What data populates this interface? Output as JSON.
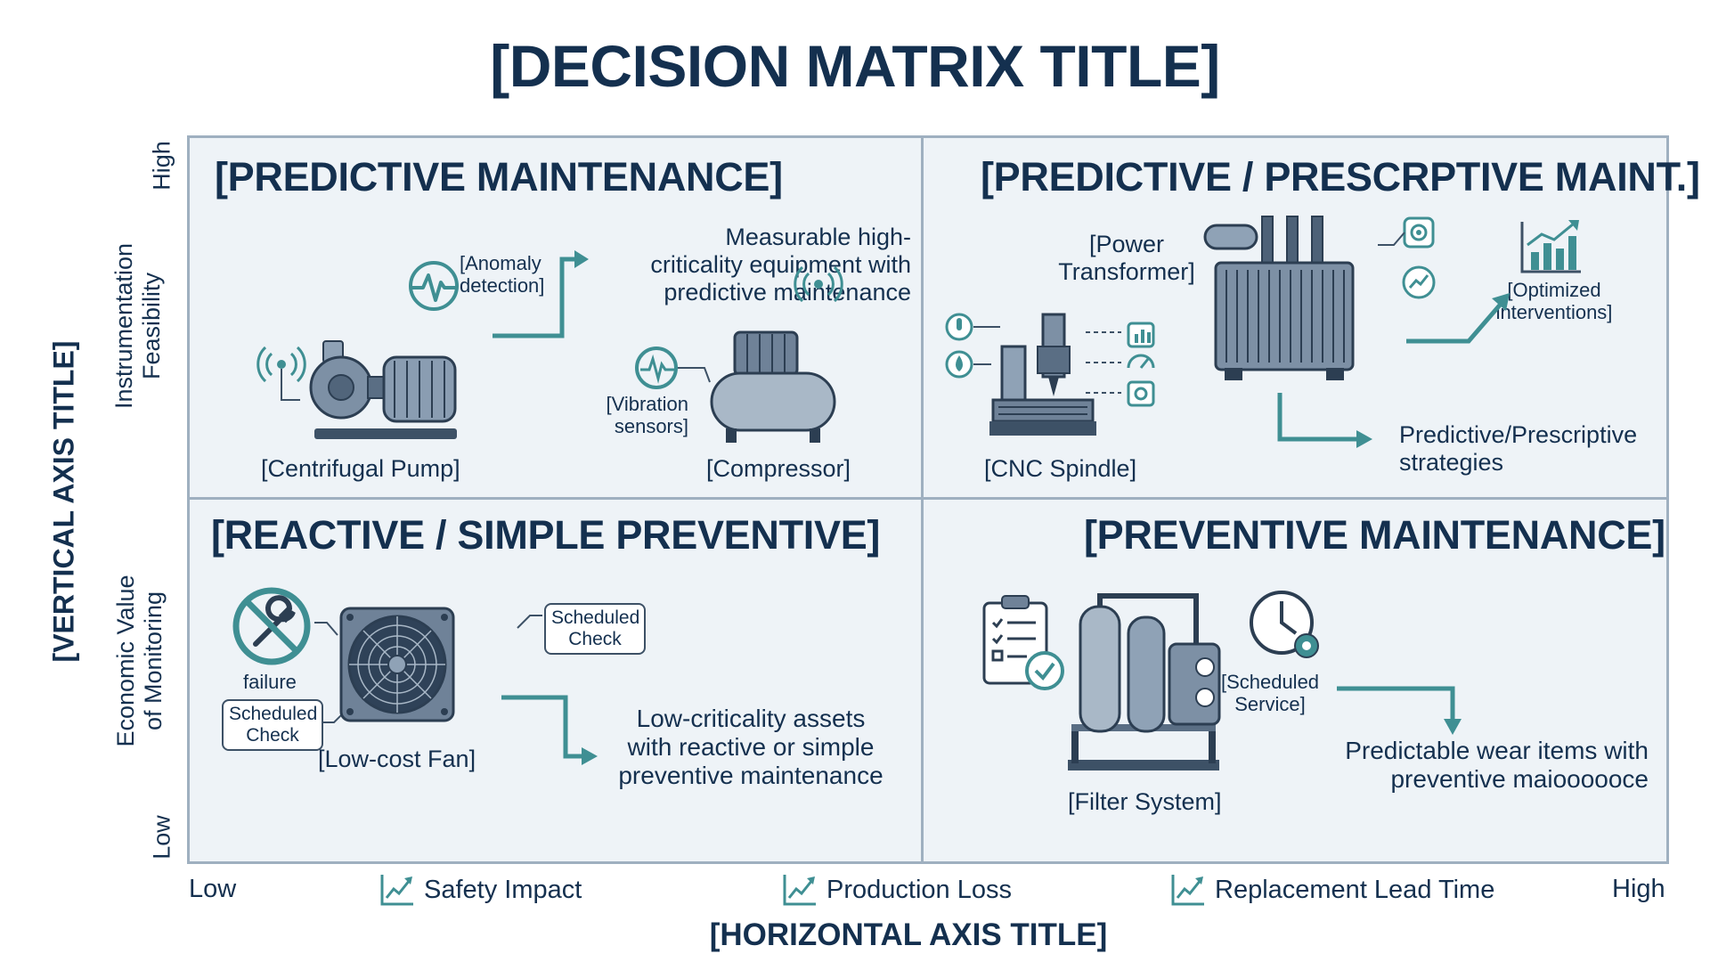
{
  "title": "[DECISION MATRIX TITLE]",
  "vertical_axis": {
    "title": "[VERTICAL AXIS TITLE]",
    "high": "High",
    "low": "Low",
    "upper_label": "Instrumentation Feasibility",
    "upper_label_lines": [
      "Instrumentation",
      "Feasibility"
    ],
    "lower_label_lines": [
      "Economic Value",
      "of Monitoring"
    ]
  },
  "horizontal_axis": {
    "title": "[HORIZONTAL AXIS TITLE]",
    "low": "Low",
    "high": "High",
    "items": [
      "Safety Impact",
      "Production Loss",
      "Replacement Lead Time"
    ]
  },
  "quadrants": {
    "top_left": {
      "title": "[PREDICTIVE MAINTENANCE]",
      "anomaly_label": [
        "[Anomaly",
        "detection]"
      ],
      "description": [
        "Measurable high-",
        "criticality equipment with",
        "predictive maintenance"
      ],
      "vibration_label": [
        "[Vibration",
        "sensors]"
      ],
      "pump_label": "[Centrifugal Pump]",
      "compressor_label": "[Compressor]"
    },
    "top_right": {
      "title": "[PREDICTIVE / PRESCRPTIVE MAINT.]",
      "transformer_label": [
        "[Power",
        "Transformer]"
      ],
      "optimized_label": [
        "[Optimized",
        "interventions]"
      ],
      "strategies_label": [
        "Predictive/Prescriptive",
        "strategies"
      ],
      "cnc_label": "[CNC Spindle]"
    },
    "bottom_left": {
      "title": "[REACTIVE / SIMPLE PREVENTIVE]",
      "failure_label": "failure",
      "scheduled_check_left": [
        "Scheduled",
        "Check"
      ],
      "scheduled_check_right": [
        "Scheduled",
        "Check"
      ],
      "fan_label": "[Low-cost Fan]",
      "description": [
        "Low-criticality assets",
        "with reactive or simple",
        "preventive maintenance"
      ]
    },
    "bottom_right": {
      "title": "[PREVENTIVE MAINTENANCE]",
      "service_label": [
        "[Scheduled",
        "Service]"
      ],
      "filter_label": "[Filter System]",
      "description": [
        "Predictable wear items with",
        "preventive maioooooce"
      ]
    }
  },
  "colors": {
    "navy": "#14304f",
    "teal": "#3f8f93",
    "grid": "#9fb0c0",
    "panel": "#eef3f7",
    "metal": "#6f8298"
  }
}
